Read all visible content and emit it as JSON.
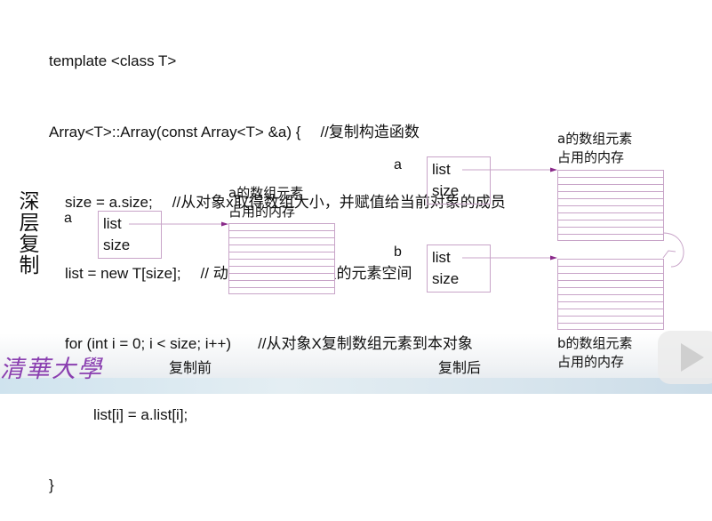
{
  "code": {
    "lines": [
      {
        "code": "template <class T>",
        "comment": ""
      },
      {
        "code": "Array<T>::Array(const Array<T> &a) {",
        "comment": "//复制构造函数"
      },
      {
        "code": "size = a.size;",
        "comment": "//从对象x取得数组大小，并赋值给当前对象的成员"
      },
      {
        "code": "list = new T[size];",
        "comment": "// 动态分配n个T类型的元素空间"
      },
      {
        "code": "for (int i = 0; i < size; i++)",
        "comment": "//从对象X复制数组元素到本对象"
      },
      {
        "code": "list[i] = a.list[i];",
        "comment": ""
      },
      {
        "code": "}",
        "comment": ""
      }
    ]
  },
  "side_title": "深层复制",
  "before": {
    "object_name": "a",
    "fields": [
      "list",
      "size"
    ],
    "memory_label": [
      "a的数组元素",
      "占用的内存"
    ],
    "caption": "复制前"
  },
  "after": {
    "a": {
      "object_name": "a",
      "fields": [
        "list",
        "size"
      ],
      "memory_label": [
        "a的数组元素",
        "占用的内存"
      ]
    },
    "b": {
      "object_name": "b",
      "fields": [
        "list",
        "size"
      ],
      "memory_label": [
        "b的数组元素",
        "占用的内存"
      ]
    },
    "caption": "复制后"
  },
  "logo_text": "清華大學",
  "colors": {
    "diagram_line": "#c8a4c8",
    "arrow": "#8a2a8a",
    "logo": "#8a3fb0"
  },
  "icons": {
    "player": "play-icon"
  }
}
